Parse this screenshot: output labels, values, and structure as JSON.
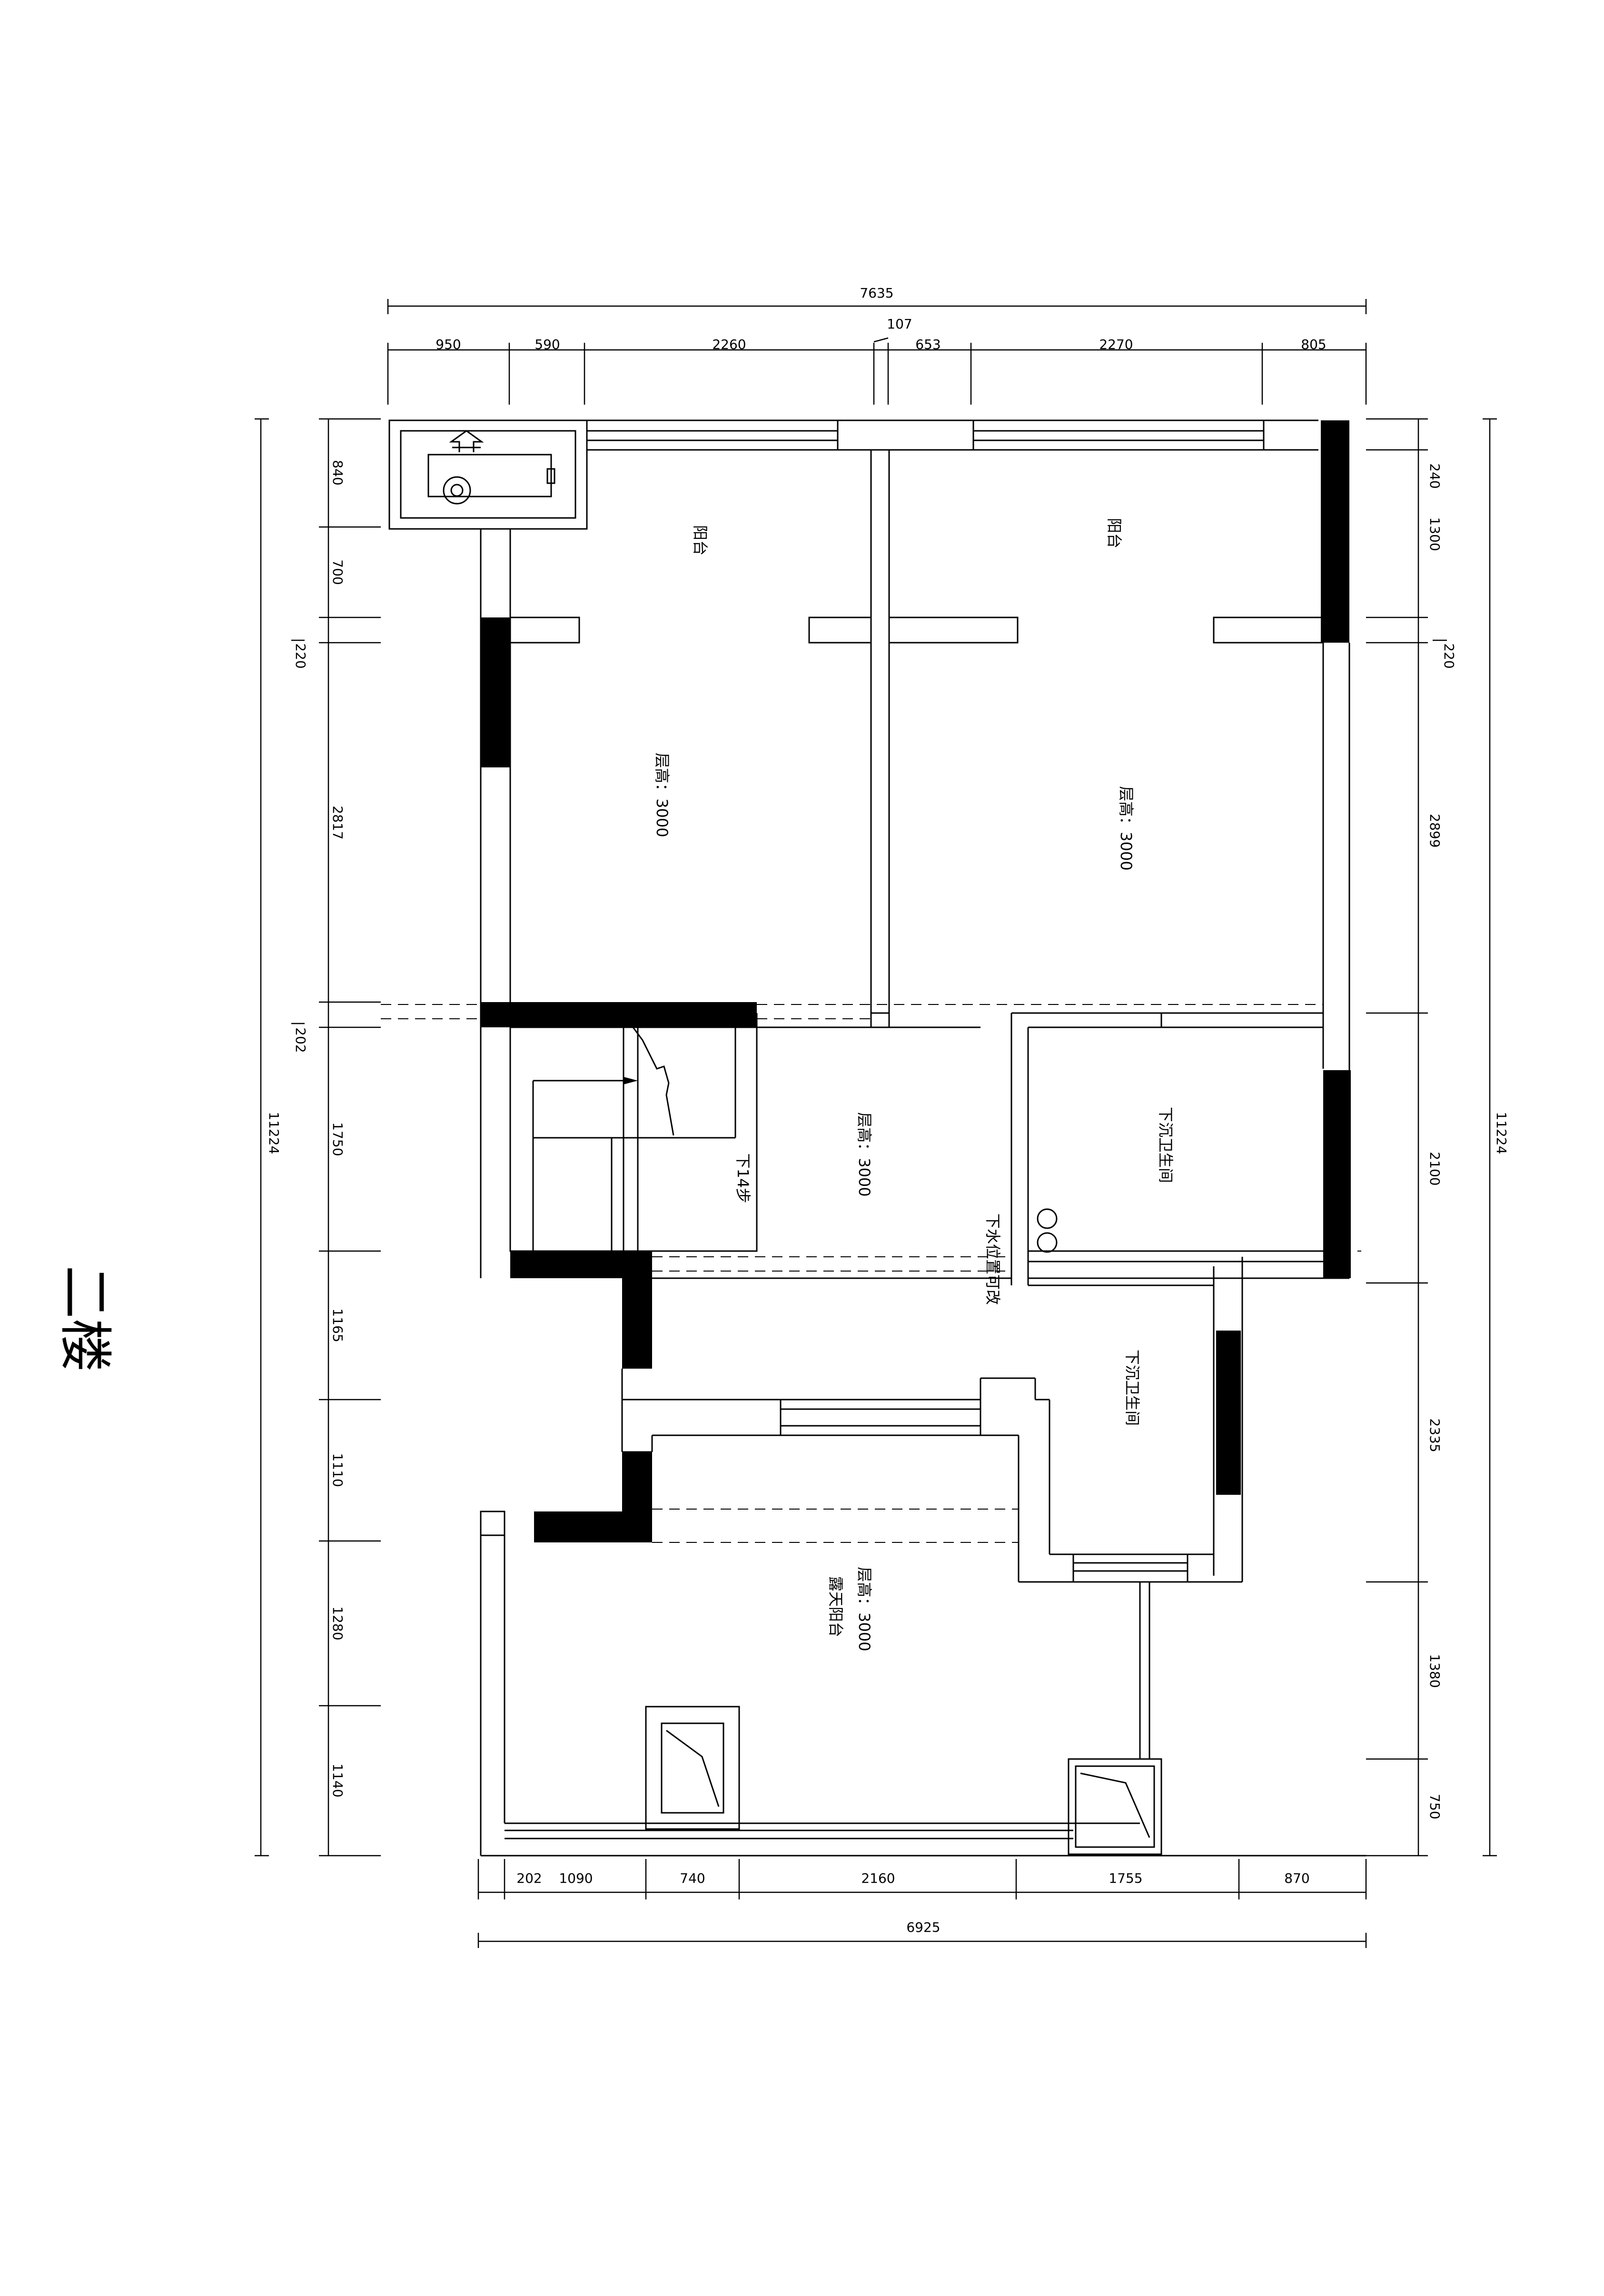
{
  "title": "二楼",
  "dimensions": {
    "top_overall": "7635",
    "top_small": "107",
    "top_segments": [
      "950",
      "590",
      "2260",
      "653",
      "2270",
      "805"
    ],
    "left_overall": "11224",
    "left_segments": [
      "840",
      "700",
      "220",
      "2817",
      "202",
      "1750",
      "1165",
      "1110",
      "1280",
      "1140"
    ],
    "right_overall": "11224",
    "right_segments": [
      "240",
      "1300",
      "220",
      "2899",
      "2100",
      "2335",
      "1380",
      "750"
    ],
    "bottom_segments": [
      "202",
      "1090",
      "740",
      "2160",
      "1755",
      "870"
    ],
    "bottom_overall": "6925"
  },
  "rooms": {
    "balcony_left": "阳台",
    "balcony_right": "阳台",
    "height_left": "层高：3000",
    "height_right": "层高：3000",
    "height_stair": "层高：3000",
    "stair_note": "下14步",
    "drain_note": "下水位置可改",
    "bath_upper": "下沉卫生间",
    "bath_lower": "下沉卫生间",
    "terrace_height": "层高：3000",
    "terrace_name": "露天阳台"
  }
}
